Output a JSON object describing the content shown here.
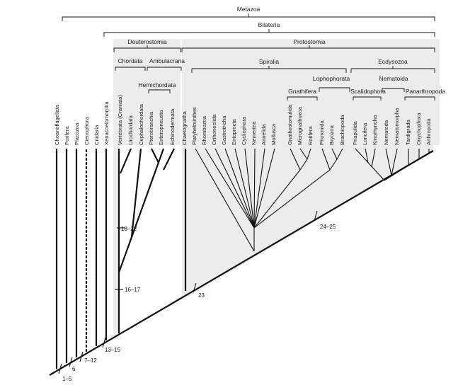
{
  "groups": {
    "metazoa": "Metazoa",
    "bilateria": "Bilateria",
    "deuterostomia": "Deuterostomia",
    "protostomia": "Protostomia",
    "chordata": "Chordata",
    "ambulacraria": "Ambulacraria",
    "hemichordata": "Hemichordata",
    "spiralia": "Spiralia",
    "ecdysozoa": "Ecdysozoa",
    "lophophorata": "Lophophorata",
    "gnathifera": "Gnathifera",
    "nematoida": "Nematoida",
    "scalidophora": "Scalidophora",
    "panarthropoda": "Panarthropoda"
  },
  "taxa": [
    "Choanoflagellata",
    "Porifera",
    "Placozoa",
    "Ctenophora",
    "Cnidaria",
    "Xenacoelomorpha",
    "Vertebrata (Craniata)",
    "Urochordata",
    "Cephalochordata",
    "Pterobranchia",
    "Enteropneusta",
    "Echinodermata",
    "Chaetognatha",
    "Platyhelminthes",
    "Rhombozoa",
    "Orthonectida",
    "Gastrotricha",
    "Entoprocta",
    "Cycliophora",
    "Nemertea",
    "Annelida",
    "Mollusca",
    "Gnathostomulida",
    "Micrognathozoa",
    "Rotifera",
    "Phoronida",
    "Bryozoa",
    "Brachiopoda",
    "Priapulida",
    "Loricifera",
    "Kinorhyncha",
    "Nematoda",
    "Nematomorpha",
    "Tardigrada",
    "Onychophora",
    "Arthropoda"
  ],
  "characters": {
    "c1_5": "1–5",
    "c6": "6",
    "c7_12": "7–12",
    "c13_15": "13–15",
    "c16_17": "16–17",
    "c18_22": "18–22",
    "c23": "23",
    "c24_25": "24–25"
  }
}
